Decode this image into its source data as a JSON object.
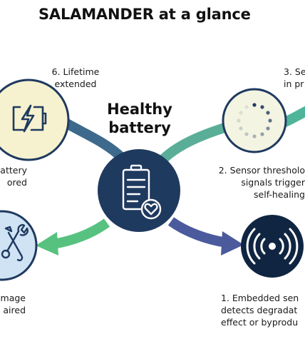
{
  "title": "SALAMANDER at a glance",
  "center": {
    "label": "Healthy\nbattery",
    "icon": "battery-heart-icon"
  },
  "steps": [
    {
      "id": "step1",
      "label": "1. Embedded sen\ndetects degradat\neffect or byprodu",
      "icon": "sensor-signal-icon"
    },
    {
      "id": "step2",
      "label": "2. Sensor thresholo\nsignals trigger\nself-healing",
      "icon": null
    },
    {
      "id": "step3",
      "label": "3. Se\nin pr",
      "icon": null
    },
    {
      "id": "step4",
      "label": "mage\naired",
      "icon": "tools-icon"
    },
    {
      "id": "step5",
      "label": "attery\nored",
      "icon": null
    },
    {
      "id": "step6",
      "label": "6. Lifetime\nextended",
      "icon": "charging-battery-icon"
    }
  ],
  "spinner_icon": "loading-spinner-icon",
  "colors": {
    "navy": "#1f3a5f",
    "steel_blue": "#3d6a8c",
    "teal": "#4fb59a",
    "green": "#57c27f",
    "indigo": "#4a5a9c",
    "yellow_circle": "#f6f2cf",
    "light_yellow_circle": "#f3f4e2",
    "light_blue_circle": "#cfe3f5"
  }
}
